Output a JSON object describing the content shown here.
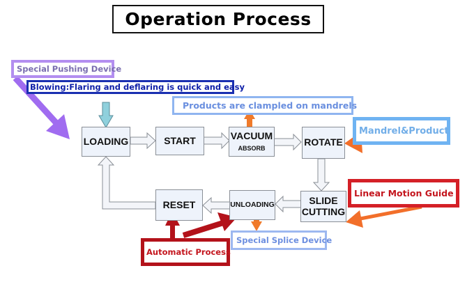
{
  "title": "Operation Process",
  "nodes": {
    "loading": {
      "label": "LOADING"
    },
    "start": {
      "label": "START"
    },
    "vacuum": {
      "label": "VACUUM",
      "sublabel": "ABSORB"
    },
    "rotate": {
      "label": "ROTATE"
    },
    "slide_cutting": {
      "label": "SLIDE CUTTING",
      "line1": "SLIDE",
      "line2": "CUTTING"
    },
    "unloading": {
      "label": "UNLOADING"
    },
    "reset": {
      "label": "RESET"
    }
  },
  "flow": [
    "LOADING",
    "START",
    "VACUUM ABSORB",
    "ROTATE",
    "SLIDE CUTTING",
    "UNLOADING",
    "RESET",
    "LOADING"
  ],
  "annotations": {
    "special_pushing_device": {
      "text": "Special Pushing Device",
      "color": "#a17ce8",
      "points_to": "LOADING"
    },
    "blowing": {
      "text": "Blowing:Flaring and deflaring is quick and easy",
      "color": "#1a2fb0",
      "points_to": "LOADING"
    },
    "products_clamped": {
      "text": "Products are clampled on mandrels",
      "color": "#6d9eea",
      "points_to": "VACUUM"
    },
    "mandrel_product": {
      "text": "Mandrel&Product",
      "color": "#6fb3f2",
      "points_to": "ROTATE"
    },
    "linear_motion_guide": {
      "text": "Linear Motion Guide",
      "color": "#d42027",
      "points_to": "SLIDE CUTTING"
    },
    "special_splice_device": {
      "text": "Special Splice Device",
      "color": "#6d8fe0",
      "points_to": "UNLOADING"
    },
    "automatic_process": {
      "text": "Automatic Process",
      "color": "#b8141d",
      "points_to": [
        "RESET",
        "UNLOADING"
      ]
    }
  },
  "colors": {
    "node_fill": "#eef3fb",
    "node_border": "#8a8f96",
    "flow_arrow": "#f0f3f8",
    "orange_arrow": "#f26f2a",
    "purple_arrow": "#a06cf0",
    "cyan_arrow": "#8fd0dc",
    "dark_red_arrow": "#b3121a"
  }
}
